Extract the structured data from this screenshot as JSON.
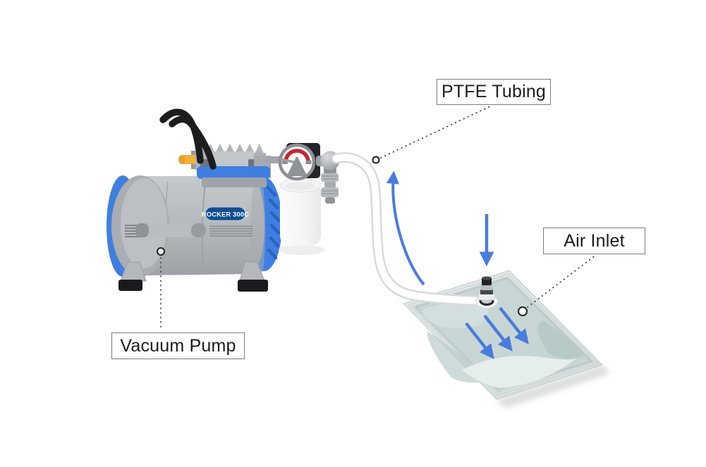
{
  "diagram": {
    "labels": {
      "ptfe_tubing": "PTFE Tubing",
      "air_inlet": "Air Inlet",
      "vacuum_pump": "Vacuum Pump"
    },
    "pump": {
      "badge": "ROCKER 300C"
    },
    "colors": {
      "pump_blue": "#3e7fe1",
      "flow_arrow_blue": "#4a7be0",
      "gauge_red": "#c8242b",
      "badge_blue": "#0d4f95",
      "nozzle_yellow": "#f1b13a",
      "bag_film_teal": "#c7d6d5"
    }
  }
}
